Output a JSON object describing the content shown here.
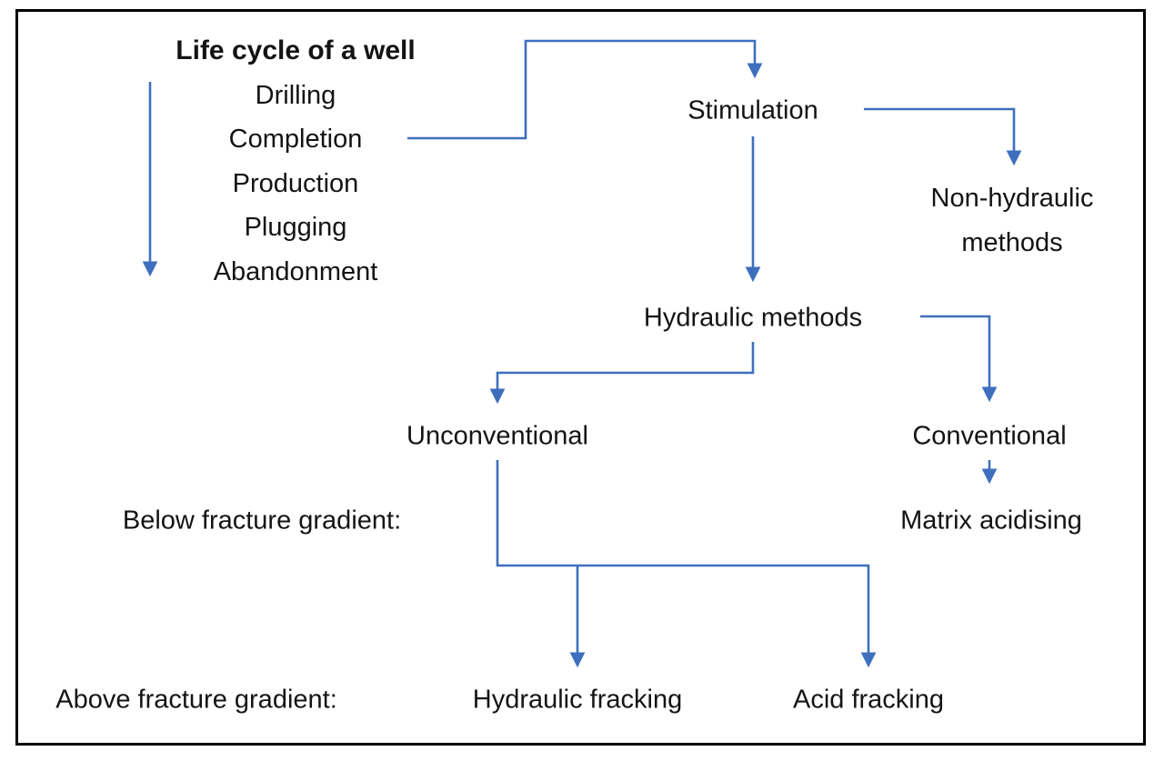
{
  "colors": {
    "arrow": "#3E6FBE",
    "border": "#000000",
    "background": "#ffffff",
    "text": "#141414"
  },
  "lifecycle": {
    "title": "Life cycle of a well",
    "steps": [
      "Drilling",
      "Completion",
      "Production",
      "Plugging",
      "Abandonment"
    ]
  },
  "nodes": {
    "stimulation": "Stimulation",
    "non_hydraulic_methods": "Non-hydraulic methods",
    "hydraulic_methods": "Hydraulic methods",
    "unconventional": "Unconventional",
    "conventional": "Conventional",
    "matrix_acidising": "Matrix acidising",
    "hydraulic_fracking": "Hydraulic fracking",
    "acid_fracking": "Acid fracking"
  },
  "annotations": {
    "below_fracture_gradient": "Below fracture gradient:",
    "above_fracture_gradient": "Above fracture gradient:"
  }
}
